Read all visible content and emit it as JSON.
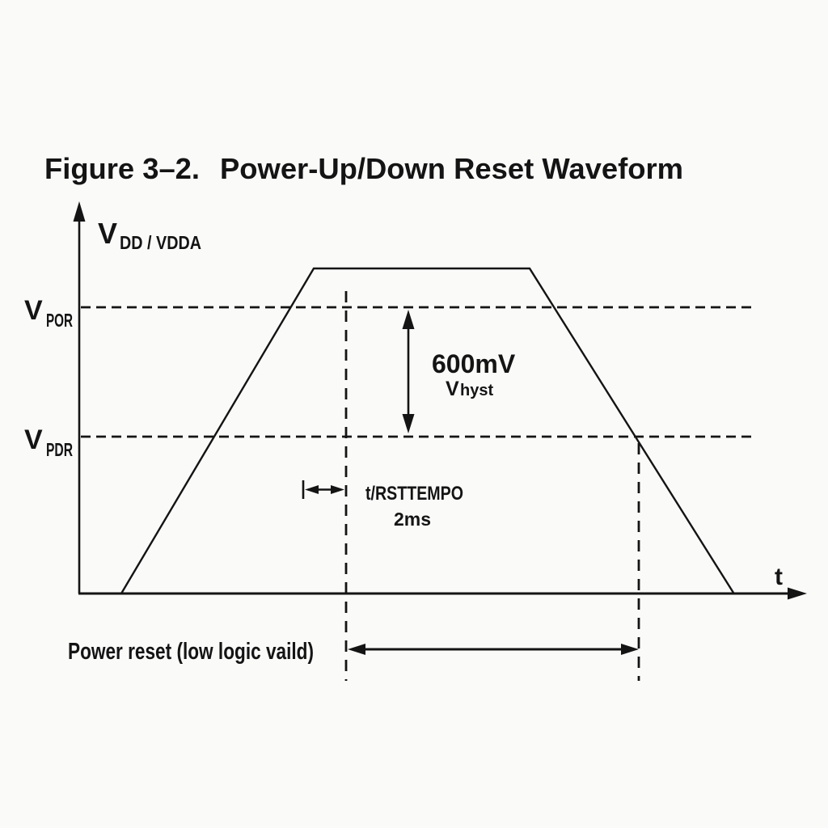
{
  "figure": {
    "title_prefix": "Figure 3–2.",
    "title_main": "Power-Up/Down Reset Waveform"
  },
  "axes": {
    "y_symbol": "V",
    "y_subscript": "DD / VDDA",
    "x_label": "t"
  },
  "thresholds": {
    "por": {
      "symbol": "V",
      "subscript": "POR"
    },
    "pdr": {
      "symbol": "V",
      "subscript": "PDR"
    }
  },
  "annotations": {
    "hysteresis_value": "600mV",
    "hysteresis_symbol": "V",
    "hysteresis_subscript": "hyst",
    "tempo_label": "t/RSTTEMPO",
    "tempo_value": "2ms",
    "power_reset_label": "Power reset (low logic vaild)"
  },
  "colors": {
    "ink": "#141414",
    "background": "#fafaf9"
  },
  "chart_data": {
    "type": "line",
    "title": "Power-Up/Down Reset Waveform",
    "xlabel": "t",
    "ylabel": "VDD / VDDA",
    "waveform_shape": "trapezoid (ramp up, plateau, ramp down)",
    "threshold_levels": [
      "VPOR",
      "VPDR"
    ],
    "hysteresis": "600mV",
    "reset_tempo": "2ms"
  }
}
